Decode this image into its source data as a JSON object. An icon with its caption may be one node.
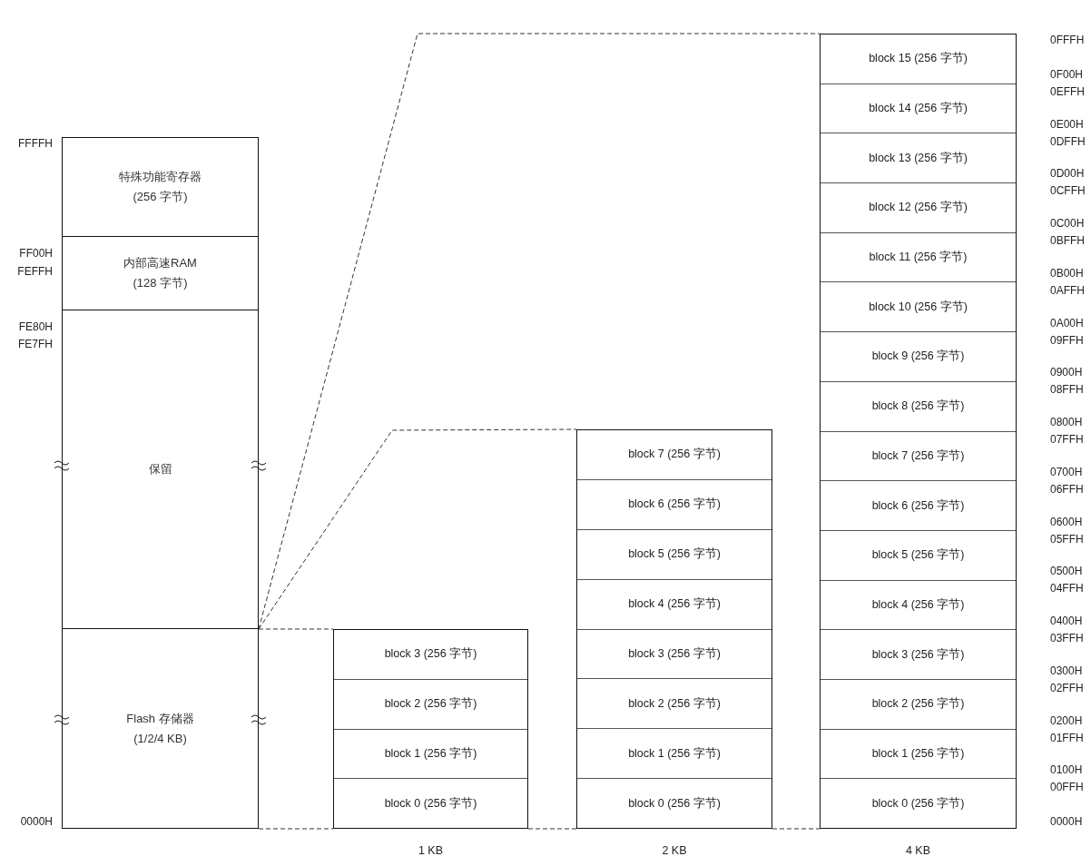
{
  "diagram": {
    "nodes": [
      {
        "text": [
          "特殊功能寄存器 (256 字节)"
        ]
      },
      {
        "text": [
          "内部高速RAM (128 字节)"
        ]
      },
      {
        "text": [
          "保留"
        ]
      },
      {
        "text": [
          "Flash 存储器 (1/2/4 KB)"
        ]
      },
      {
        "text": [],
        "shape": "box",
        "beside": [
          "1 KB"
        ]
      },
      {
        "text": [
          "block 3 (256 字节)"
        ],
        "in": 4
      },
      {
        "text": [
          "block 2 (256 字节)"
        ],
        "in": 4
      },
      {
        "text": [
          "block 1 (256 字节)"
        ],
        "in": 4
      },
      {
        "text": [
          "block 0 (256 字节)"
        ],
        "in": 4
      },
      {
        "text": [],
        "shape": "box",
        "beside": [
          "2 KB"
        ]
      },
      {
        "text": [
          "block 7 (256 字节)"
        ],
        "in": 9
      },
      {
        "text": [
          "block 6 (256 字节)"
        ],
        "in": 9
      },
      {
        "text": [
          "block 5 (256 字节)"
        ],
        "in": 9
      },
      {
        "text": [
          "block 4 (256 字节)"
        ],
        "in": 9
      },
      {
        "text": [
          "block 3 (256 字节)"
        ],
        "in": 9
      },
      {
        "text": [
          "block 2 (256 字节)"
        ],
        "in": 9
      },
      {
        "text": [
          "block 1 (256 字节)"
        ],
        "in": 9
      },
      {
        "text": [
          "block 0 (256 字节)"
        ],
        "in": 9
      },
      {
        "text": [],
        "shape": "box",
        "beside": [
          "4 KB"
        ]
      },
      {
        "text": [
          "block 15 (256 字节)"
        ],
        "in": 18
      },
      {
        "text": [
          "block 14 (256 字节)"
        ],
        "in": 18
      },
      {
        "text": [
          "block 13 (256 字节)"
        ],
        "in": 18
      },
      {
        "text": [
          "block 12 (256 字节)"
        ],
        "in": 18
      },
      {
        "text": [
          "block 11 (256 字节)"
        ],
        "in": 18
      },
      {
        "text": [
          "block 10 (256 字节)"
        ],
        "in": 18
      },
      {
        "text": [
          "block 9 (256 字节)"
        ],
        "in": 18
      },
      {
        "text": [
          "block 8 (256 字节)"
        ],
        "in": 18
      },
      {
        "text": [
          "block 7 (256 字节)"
        ],
        "in": 18
      },
      {
        "text": [
          "block 6 (256 字节)"
        ],
        "in": 18
      },
      {
        "text": [
          "block 5 (256 字节)"
        ],
        "in": 18
      },
      {
        "text": [
          "block 4 (256 字节)"
        ],
        "in": 18
      },
      {
        "text": [
          "block 3 (256 字节)"
        ],
        "in": 18
      },
      {
        "text": [
          "block 2 (256 字节)"
        ],
        "in": 18
      },
      {
        "text": [
          "block 1 (256 字节)"
        ],
        "in": 18
      },
      {
        "text": [
          "block 0 (256 字节)"
        ],
        "in": 18
      }
    ],
    "edges": [
      {
        "from": 3,
        "to": 4,
        "arrow": "none",
        "style": "dashed"
      },
      {
        "from": 3,
        "to": 4,
        "arrow": "none",
        "style": "dashed"
      },
      {
        "from": 3,
        "to": 9,
        "arrow": "none",
        "style": "dashed"
      },
      {
        "from": 4,
        "to": 9,
        "arrow": "none",
        "style": "dashed"
      },
      {
        "from": 3,
        "to": 18,
        "arrow": "none",
        "style": "dashed"
      },
      {
        "from": 9,
        "to": 18,
        "arrow": "none",
        "style": "dashed"
      }
    ],
    "labels": [
      "FFFFH",
      "FF00H",
      "FEFFH",
      "FE80H",
      "FE7FH",
      "0000H",
      "0FFFH",
      "0F00H",
      "0EFFH",
      "0E00H",
      "0DFFH",
      "0D00H",
      "0CFFH",
      "0C00H",
      "0BFFH",
      "0B00H",
      "0AFFH",
      "0A00H",
      "09FFH",
      "0900H",
      "08FFH",
      "0800H",
      "07FFH",
      "0700H",
      "06FFH",
      "0600H",
      "05FFH",
      "0500H",
      "04FFH",
      "0400H",
      "03FFH",
      "0300H",
      "02FFH",
      "0200H",
      "01FFH",
      "0100H",
      "00FFH",
      "0000H"
    ]
  }
}
